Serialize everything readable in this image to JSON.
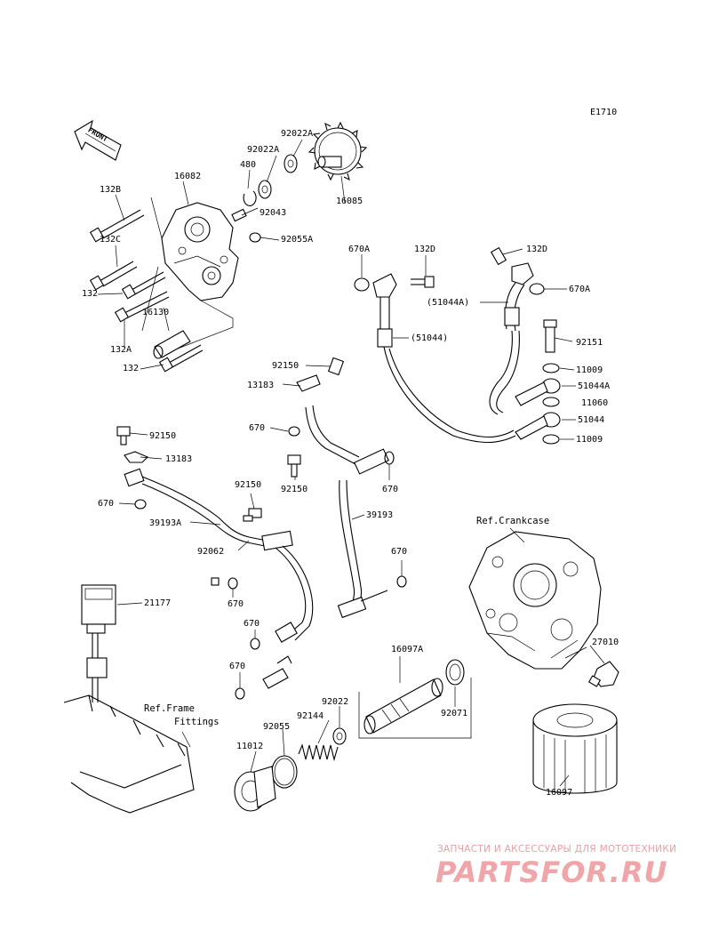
{
  "diagram_code": "E1710",
  "front_arrow_text": "FRONT",
  "references": {
    "crankcase": "Ref.Crankcase",
    "frame_fittings_line1": "Ref.Frame",
    "frame_fittings_line2": "Fittings"
  },
  "part_labels": {
    "p92022A_top": "92022A",
    "p92022A_mid": "92022A",
    "p480": "480",
    "p16082": "16082",
    "p132B": "132B",
    "p92043": "92043",
    "p16085": "16085",
    "p132C": "132C",
    "p92055A": "92055A",
    "p132_a": "132",
    "p16130": "16130",
    "p132A": "132A",
    "p132_b": "132",
    "p670A_left": "670A",
    "p132D_left": "132D",
    "p132D_right": "132D",
    "p670A_right": "670A",
    "p51044A_paren": "(51044A)",
    "p51044_paren": "(51044)",
    "p92151": "92151",
    "p11009_top": "11009",
    "p51044A": "51044A",
    "p11060": "11060",
    "p51044": "51044",
    "p11009_bot": "11009",
    "p92150_top": "92150",
    "p13183_top": "13183",
    "p670_mid": "670",
    "p92150_left": "92150",
    "p13183_left": "13183",
    "p670_left": "670",
    "p39193A": "39193A",
    "p92150_center": "92150",
    "p92150_lower": "92150",
    "p670_right": "670",
    "p39193": "39193",
    "p92062": "92062",
    "p670_bend": "670",
    "p670_a": "670",
    "p670_b": "670",
    "p670_c": "670",
    "p21177": "21177",
    "p16097A": "16097A",
    "p27010": "27010",
    "p92022": "92022",
    "p92144": "92144",
    "p92071": "92071",
    "p92055": "92055",
    "p11012": "11012",
    "p16097": "16097"
  },
  "watermark": {
    "caption": "ЗАПЧАСТИ И АКСЕССУАРЫ ДЛЯ МОТОТЕХНИКИ",
    "logo": "PARTSFOR.RU",
    "color": "#f0a5a9"
  }
}
